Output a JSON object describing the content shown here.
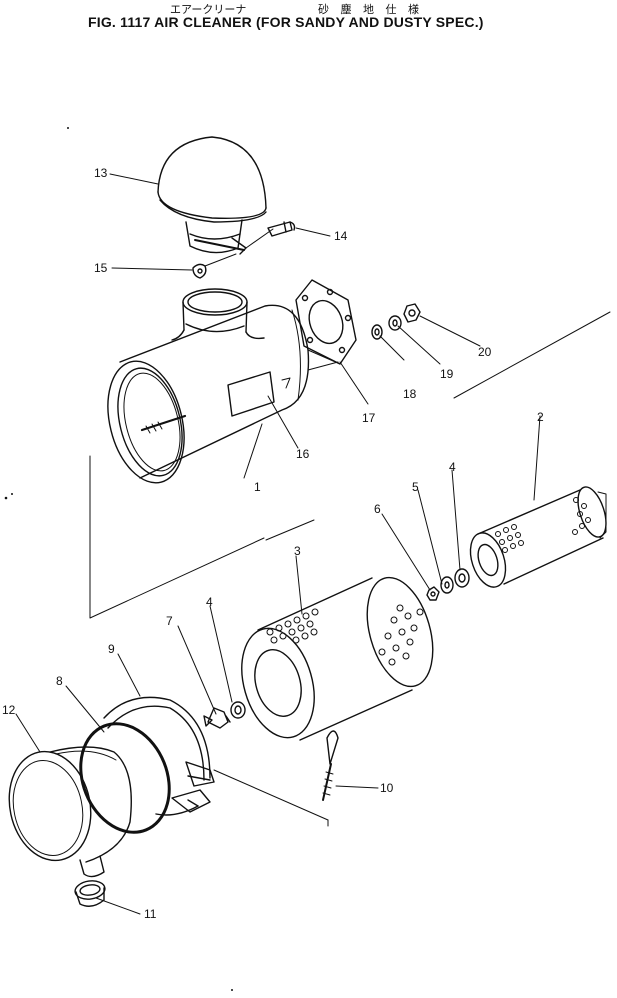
{
  "header": {
    "subtitle_jp_left": "エアークリーナ",
    "subtitle_jp_right": "砂 塵 地 仕 様",
    "figure_title": "FIG. 1117  AIR CLEANER (FOR SANDY AND DUSTY SPEC.)"
  },
  "callouts": {
    "c1": "1",
    "c2": "2",
    "c3": "3",
    "c4a": "4",
    "c4b": "4",
    "c5": "5",
    "c6": "6",
    "c7": "7",
    "c8": "8",
    "c9": "9",
    "c10": "10",
    "c11": "11",
    "c12": "12",
    "c13": "13",
    "c14": "14",
    "c15": "15",
    "c16": "16",
    "c17": "17",
    "c18": "18",
    "c19": "19",
    "c20": "20"
  }
}
